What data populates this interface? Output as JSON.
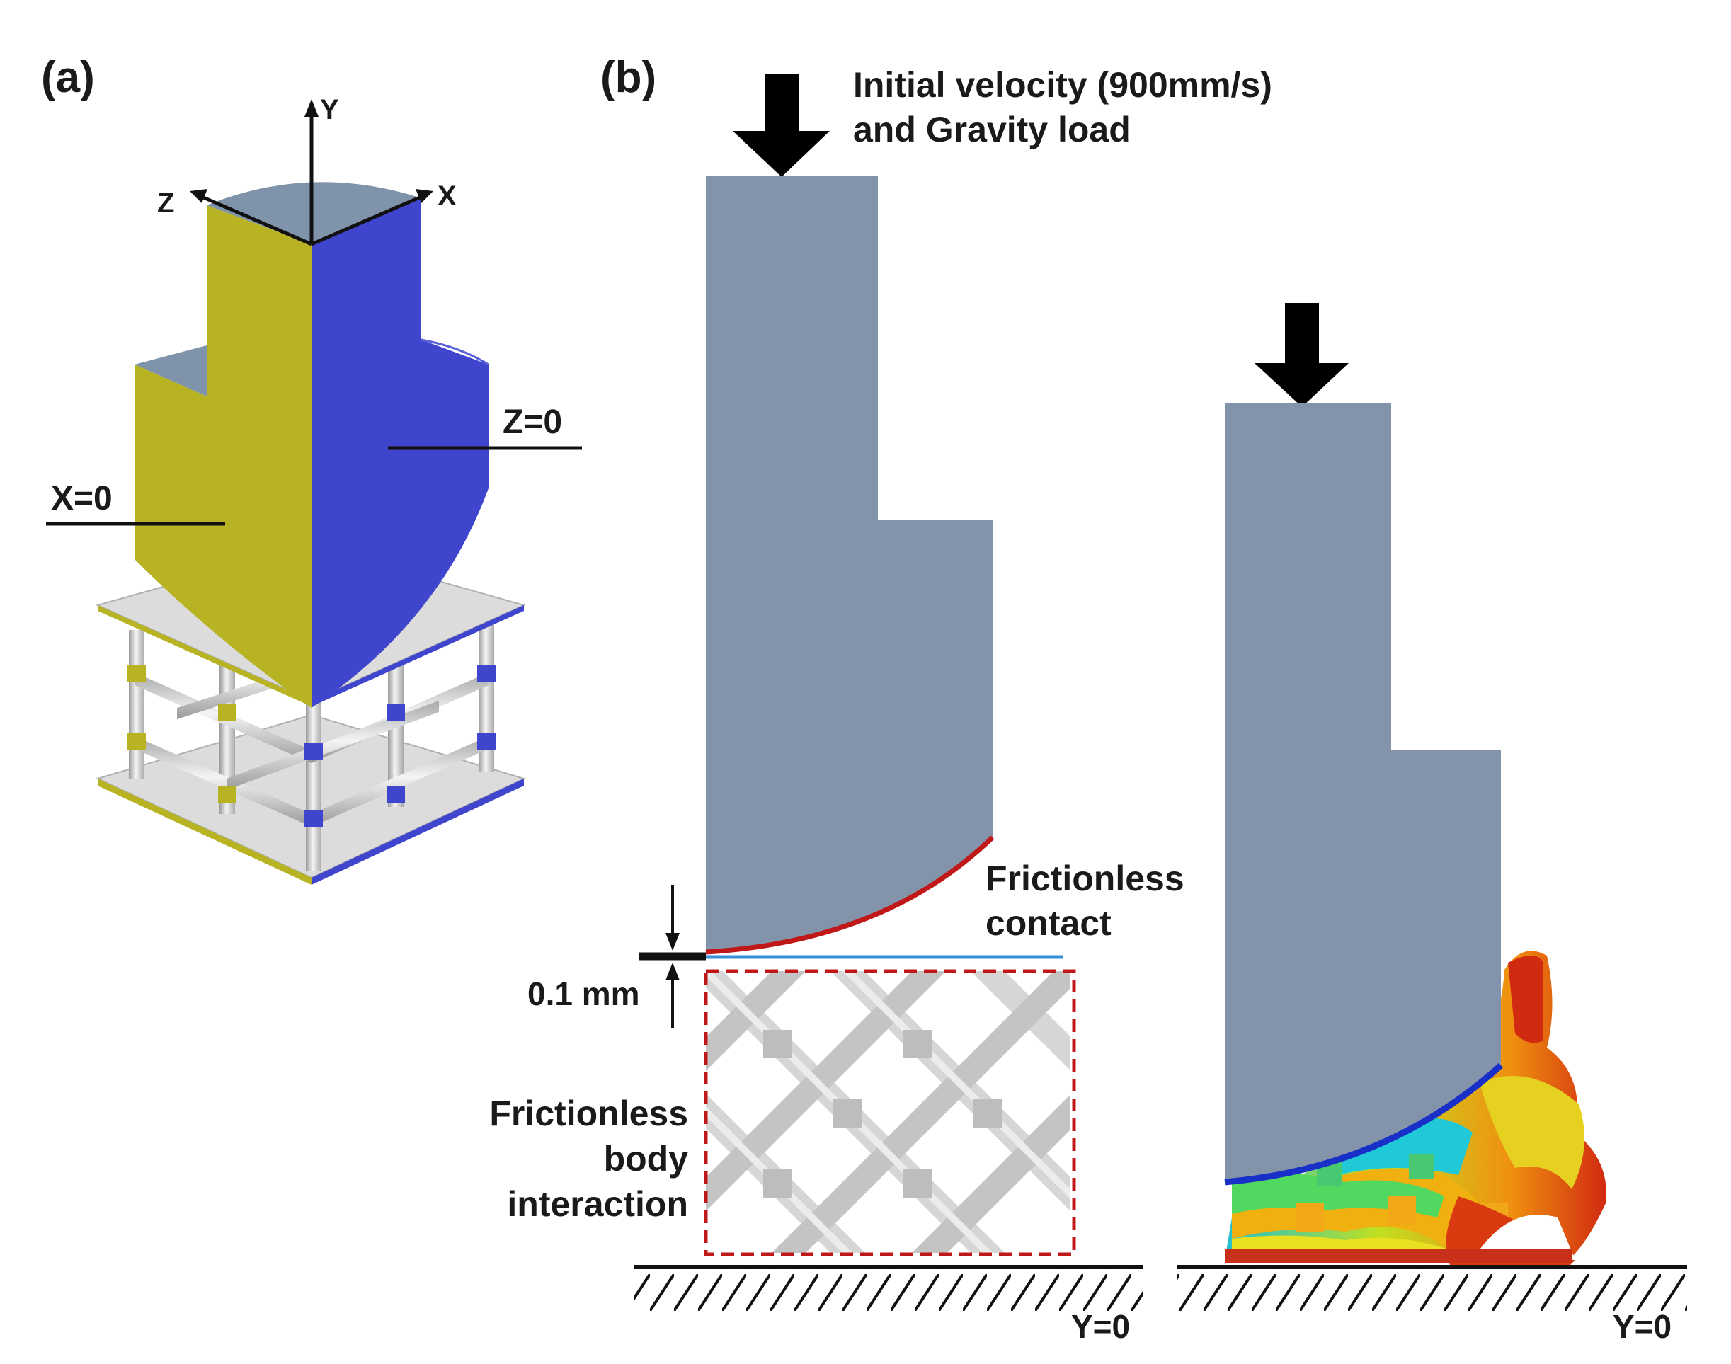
{
  "panels": {
    "a": {
      "label": "(a)"
    },
    "b": {
      "label": "(b)"
    }
  },
  "axes": {
    "y": "Y",
    "z": "Z",
    "x": "X"
  },
  "planes": {
    "x0": "X=0",
    "z0": "Z=0"
  },
  "load": {
    "line1": "Initial velocity (900mm/s)",
    "line2": "and Gravity load"
  },
  "gap": {
    "label": "0.1 mm"
  },
  "contact": {
    "line1": "Frictionless",
    "line2": "contact"
  },
  "body_interaction": {
    "line1": "Frictionless",
    "line2": "body",
    "line3": "interaction"
  },
  "ground": {
    "label_left": "Y=0",
    "label_right": "Y=0"
  },
  "colors": {
    "impactor": "#8394aa",
    "impactor_top": "#7f93ab",
    "x0_face": "#b7b322",
    "z0_face": "#3f45cc",
    "lattice": "#e0e0e0",
    "contact_curve": "#c01818",
    "gap_line": "#3a8fd8",
    "interaction_box": "#c01818"
  }
}
